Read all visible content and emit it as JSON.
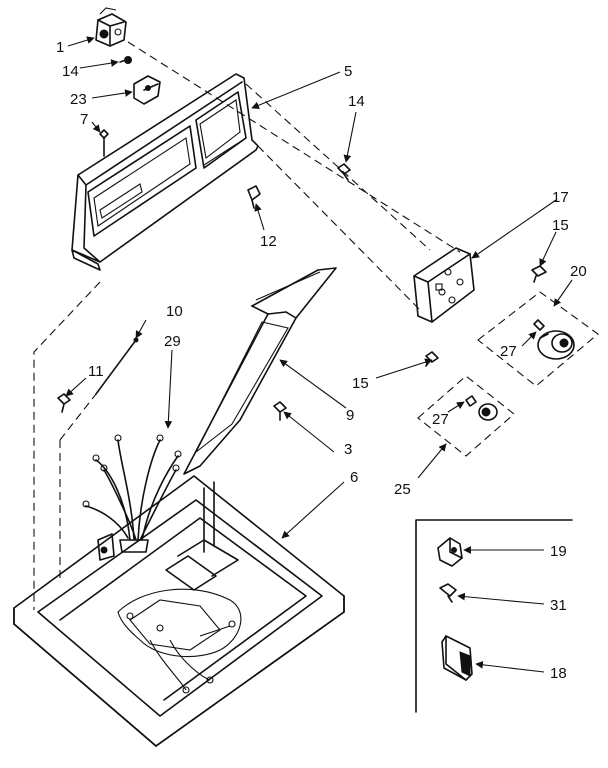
{
  "labels": {
    "p1": "1",
    "p14a": "14",
    "p23": "23",
    "p7": "7",
    "p5": "5",
    "p14b": "14",
    "p12": "12",
    "p17": "17",
    "p15a": "15",
    "p20": "20",
    "p27a": "27",
    "p10": "10",
    "p29": "29",
    "p11": "11",
    "p15b": "15",
    "p9": "9",
    "p3": "3",
    "p27b": "27",
    "p25": "25",
    "p6": "6",
    "p19": "19",
    "p31": "31",
    "p18": "18"
  }
}
